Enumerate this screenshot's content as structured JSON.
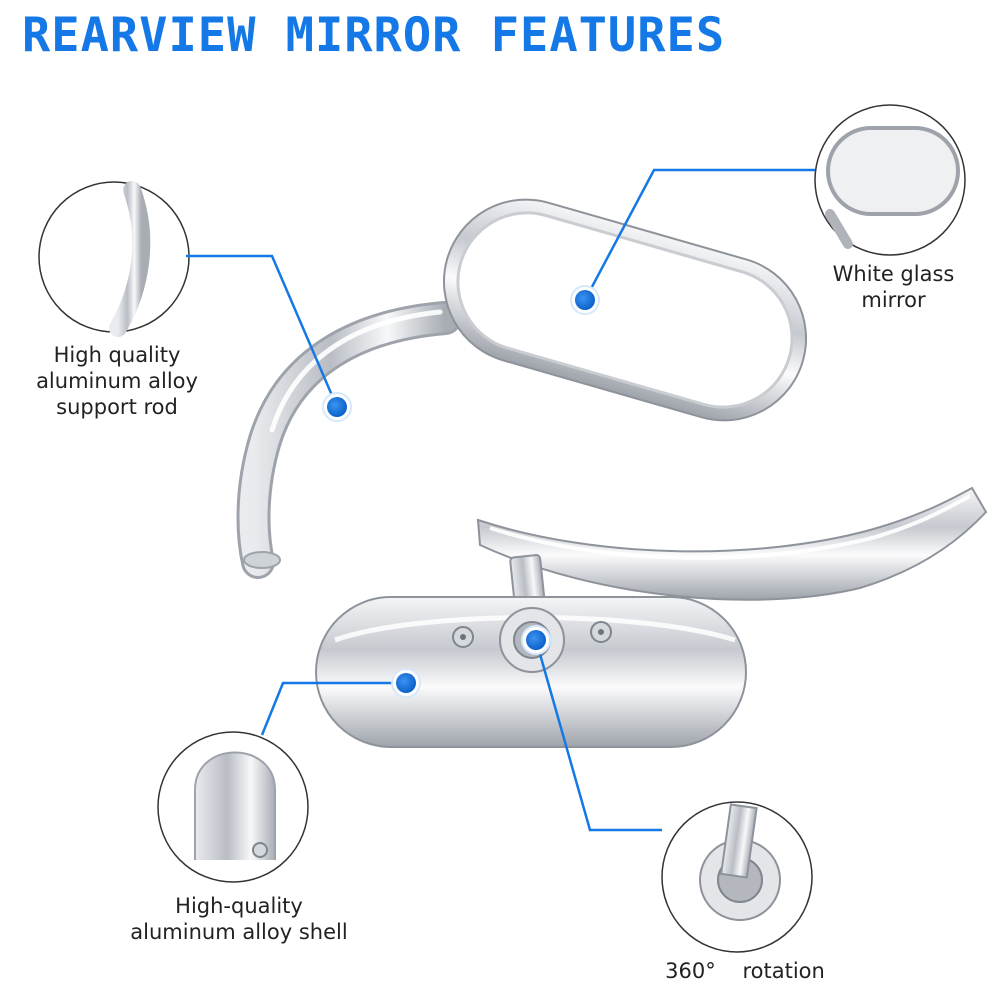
{
  "title": "REARVIEW MIRROR FEATURES",
  "colors": {
    "accent": "#1478e6",
    "text": "#222222",
    "chrome": "#c8cbd1"
  },
  "features": [
    {
      "name": "support-rod",
      "lines": [
        "High quality",
        "aluminum alloy",
        "support rod"
      ]
    },
    {
      "name": "glass-mirror",
      "lines": [
        "White glass",
        "mirror"
      ]
    },
    {
      "name": "shell",
      "lines": [
        "High-quality",
        "aluminum alloy shell"
      ]
    },
    {
      "name": "rotation",
      "lines": [
        "360°    rotation"
      ]
    }
  ]
}
